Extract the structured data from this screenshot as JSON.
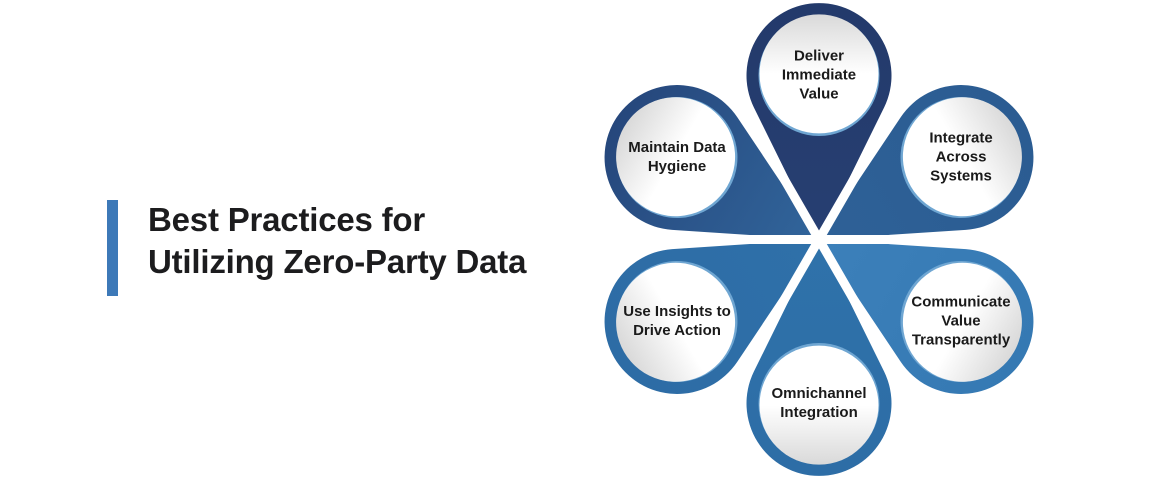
{
  "title": {
    "line1": "Best Practices for",
    "line2": "Utilizing Zero-Party Data",
    "accent_bar_color": "#3D79B8",
    "text_color": "#1C1C1E"
  },
  "diagram": {
    "type": "flower-cycle",
    "petal_count": 6,
    "label_text_color": "#1A1A1A",
    "separator_color": "#FFFFFF",
    "inner_highlight_color": "#6FA6D2",
    "inner_shadow_color": "#D2D2D2",
    "items": [
      {
        "id": "deliver-immediate-value",
        "position": "top",
        "label": "Deliver Immediate Value",
        "lines": [
          "Deliver",
          "Immediate",
          "Value"
        ],
        "color_outer": "#233A6B",
        "color_inner": "#273F72"
      },
      {
        "id": "integrate-across-systems",
        "position": "top-right",
        "label": "Integrate Across Systems",
        "lines": [
          "Integrate",
          "Across",
          "Systems"
        ],
        "color_outer": "#2B5C92",
        "color_inner": "#2E6197"
      },
      {
        "id": "communicate-value-transparently",
        "position": "bottom-right",
        "label": "Communicate Value Transparently",
        "lines": [
          "Communicate",
          "Value",
          "Transparently"
        ],
        "color_outer": "#3579B3",
        "color_inner": "#3C80BA"
      },
      {
        "id": "omnichannel-integration",
        "position": "bottom",
        "label": "Omnichannel Integration",
        "lines": [
          "Omnichannel",
          "Integration"
        ],
        "color_outer": "#2D6DA6",
        "color_inner": "#2F72AA"
      },
      {
        "id": "use-insights-to-drive-action",
        "position": "bottom-left",
        "label": "Use Insights to Drive Action",
        "lines": [
          "Use Insights to",
          "Drive Action"
        ],
        "color_outer": "#2D6CA5",
        "color_inner": "#2F70A9"
      },
      {
        "id": "maintain-data-hygiene",
        "position": "top-left",
        "label": "Maintain Data Hygiene",
        "lines": [
          "Maintain Data",
          "Hygiene"
        ],
        "color_outer": "#26477C",
        "color_inner": "#31659B"
      }
    ]
  }
}
